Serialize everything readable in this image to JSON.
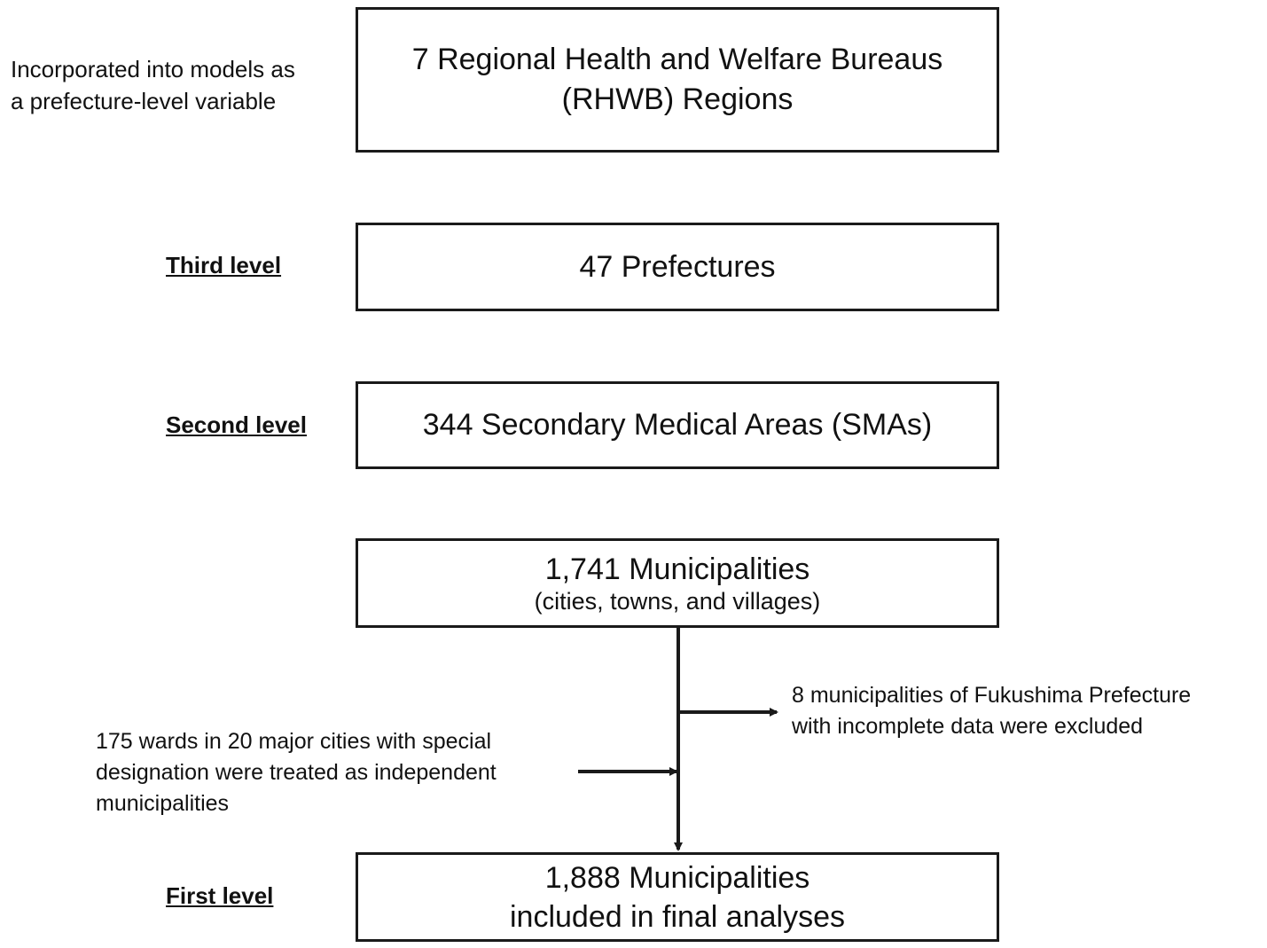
{
  "top_note": "Incorporated into models as\na prefecture-level variable",
  "boxes": {
    "rhwb": "7 Regional Health and Welfare Bureaus\n(RHWB) Regions",
    "prefectures": "47 Prefectures",
    "smas": "344 Secondary Medical Areas (SMAs)",
    "municipalities_main": "1,741 Municipalities",
    "municipalities_sub": "(cities, towns, and villages)",
    "final_main": "1,888 Municipalities",
    "final_sub": "included in final analyses"
  },
  "levels": {
    "third": "Third level",
    "second": "Second level",
    "first": "First level"
  },
  "notes": {
    "excluded": "8 municipalities of Fukushima Prefecture\nwith incomplete data were excluded",
    "added": "175 wards in 20 major cities with special\ndesignation were treated as independent\nmunicipalities"
  }
}
